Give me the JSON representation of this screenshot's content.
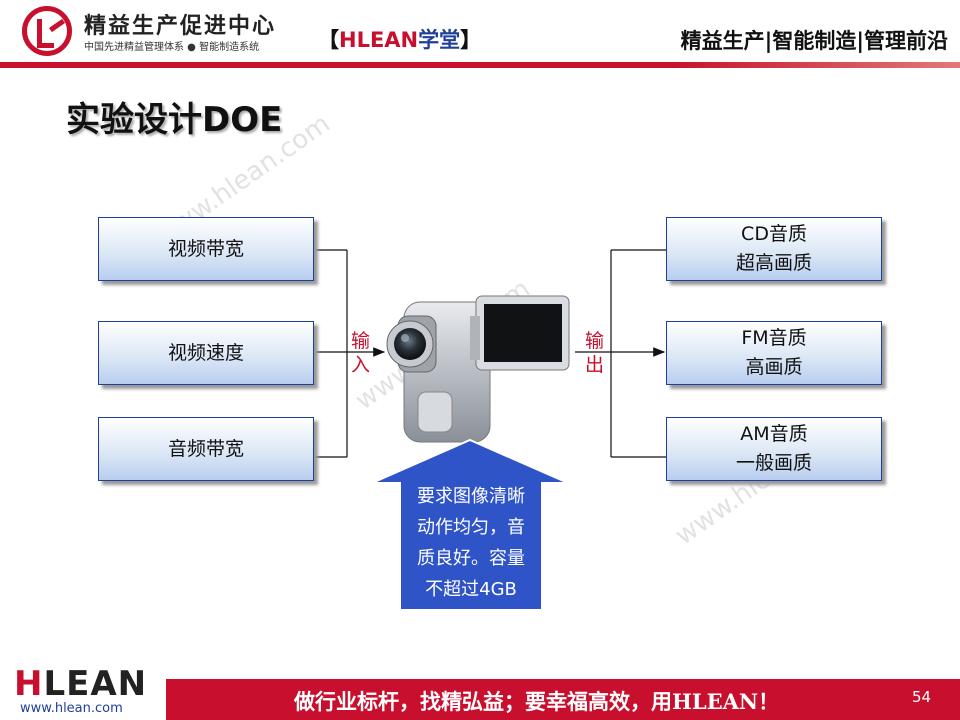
{
  "header": {
    "org_name": "精益生产促进中心",
    "org_subtitle": "中国先进精益管理体系 ● 智能制造系统",
    "brand_open": "【",
    "brand_latin": "HLEAN",
    "brand_cn": "学堂",
    "brand_close": "】",
    "slogan": "精益生产|智能制造|管理前沿"
  },
  "title": "实验设计DOE",
  "watermark": "www.hlean.com",
  "inputs": [
    "视频带宽",
    "视频速度",
    "音频带宽"
  ],
  "input_label": [
    "输",
    "入"
  ],
  "output_label": [
    "输",
    "出"
  ],
  "outputs": [
    {
      "line1": "CD音质",
      "line2": "超高画质"
    },
    {
      "line1": "FM音质",
      "line2": "高画质"
    },
    {
      "line1": "AM音质",
      "line2": "一般画质"
    }
  ],
  "requirement_lines": [
    "要求图像清晰",
    "动作均匀，音",
    "质良好。容量",
    "不超过4GB"
  ],
  "footer": {
    "logo_h": "H",
    "logo_rest": "LEAN",
    "url": "www.hlean.com",
    "slogan": "做行业标杆，找精弘益；要幸福高效，用HLEAN！",
    "page_number": "54"
  },
  "colors": {
    "brand_red": "#c8102e",
    "box_border": "#1f3f99",
    "callout_blue": "#2f54c8"
  }
}
